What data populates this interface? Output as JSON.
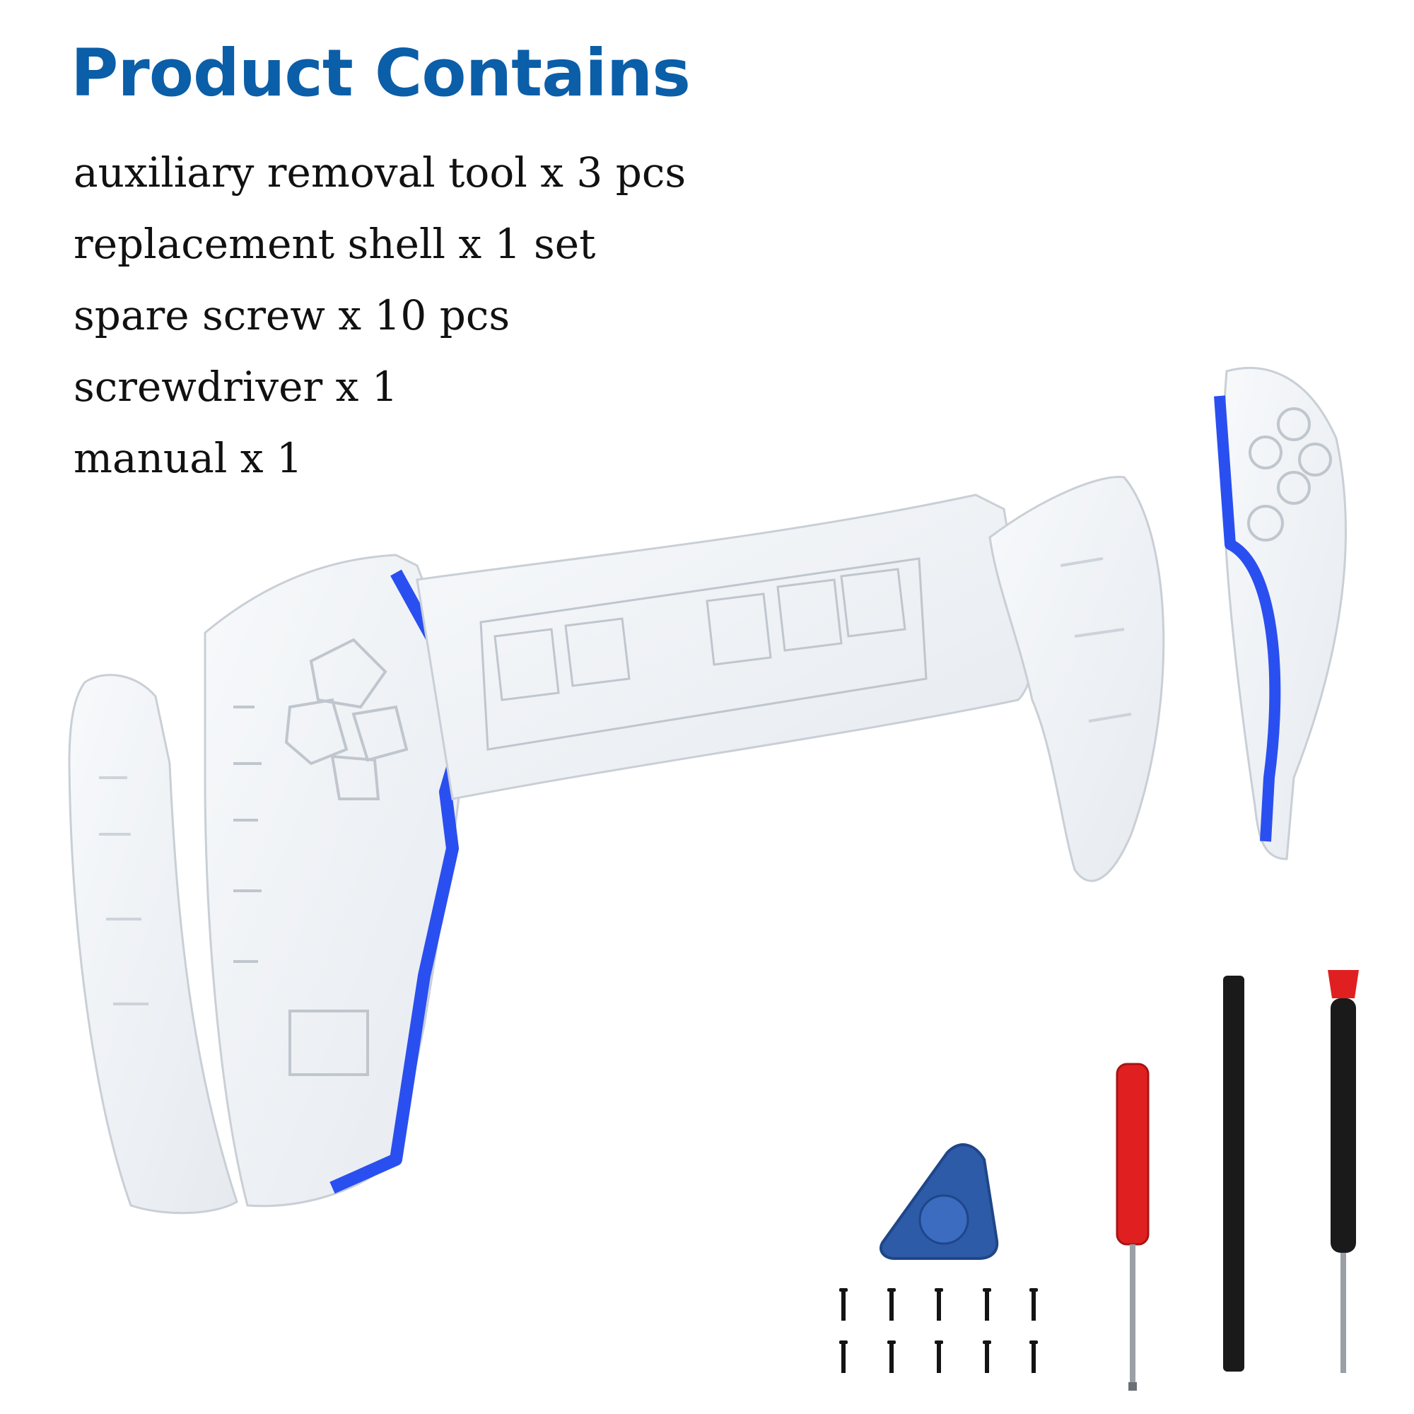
{
  "header": {
    "title": "Product Contains"
  },
  "contents": {
    "items": [
      "auxiliary removal tool x 3 pcs",
      "replacement shell x 1 set",
      "spare screw x 10 pcs",
      "screwdriver x 1",
      "manual x 1"
    ]
  },
  "colors": {
    "title": "#0b5ea8",
    "accent_blue": "#2a4ff0",
    "pry_tool": "#2d5ba8",
    "red_handle": "#e02020",
    "black_handle": "#1a1a1a"
  },
  "product_parts": {
    "shell": "transparent-shell-icon",
    "pry_pick": "triangle-pry-tool-icon",
    "spudger": "spudger-bar-icon",
    "red_screwdriver": "red-screwdriver-icon",
    "black_screwdriver": "black-screwdriver-icon",
    "screws_count": 10
  }
}
